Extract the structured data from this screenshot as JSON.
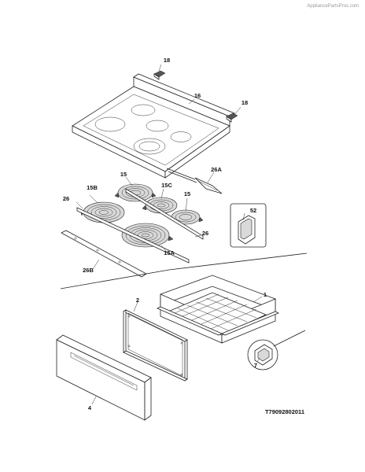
{
  "watermark": "AppliancePartsPros.com",
  "diagram_code": "T79092802011",
  "callouts": {
    "c18a": "18",
    "c18b": "18",
    "c16": "16",
    "c26A": "26A",
    "c15a": "15",
    "c15B": "15B",
    "c15C": "15C",
    "c15b": "15",
    "c26a": "26",
    "c26b": "26",
    "c15A": "15A",
    "c26B": "26B",
    "c52": "52",
    "c1": "1",
    "c2": "2",
    "c7": "7",
    "c4": "4"
  }
}
